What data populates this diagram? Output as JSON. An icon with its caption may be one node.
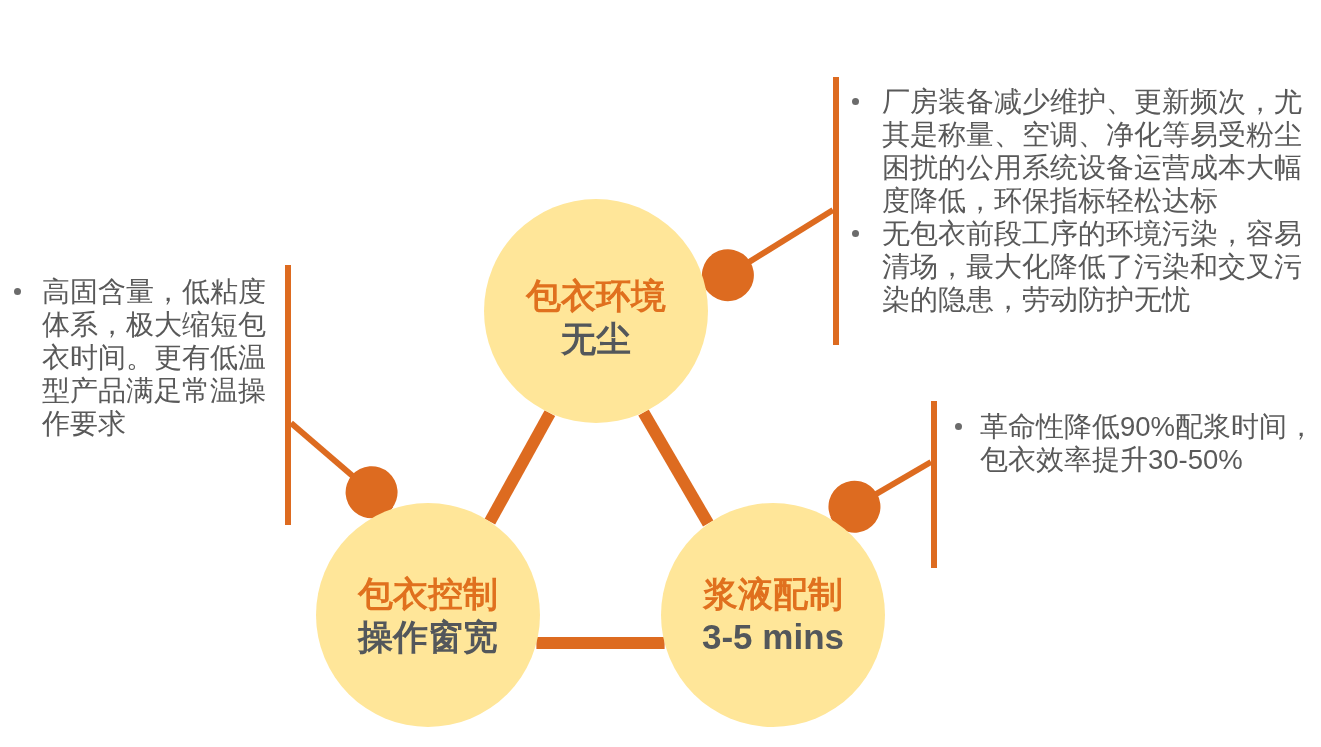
{
  "diagram": {
    "nodes": [
      {
        "text": [
          "包衣环境",
          "无尘"
        ]
      },
      {
        "text": [
          "包衣控制",
          "操作窗宽"
        ]
      },
      {
        "text": [
          "浆液配制",
          "3-5 mins"
        ]
      },
      {
        "text": [
          "厂房装备减少维护、更新频次，尤其是称量、空调、净化等易受粉尘困扰的公用系统设备运营成本大幅度降低，环保指标轻松达标",
          "无包衣前段工序的环境污染，容易清场，最大化降低了污染和交叉污染的隐患，劳动防护无忧"
        ]
      },
      {
        "text": [
          "高固含量，低粘度体系，极大缩短包衣时间。更有低温型产品满足常温操作要求"
        ]
      },
      {
        "text": [
          "革命性降低90%配浆时间，包衣效率提升30-50%"
        ]
      }
    ],
    "edges": [
      {
        "from": 0,
        "to": 1,
        "arrow": "none",
        "style": "thick"
      },
      {
        "from": 0,
        "to": 2,
        "arrow": "none",
        "style": "thick"
      },
      {
        "from": 1,
        "to": 2,
        "arrow": "none",
        "style": "thick"
      },
      {
        "from": 3,
        "to": 0,
        "arrow": "other"
      },
      {
        "from": 4,
        "to": 1,
        "arrow": "other"
      },
      {
        "from": 5,
        "to": 2,
        "arrow": "other"
      }
    ]
  }
}
